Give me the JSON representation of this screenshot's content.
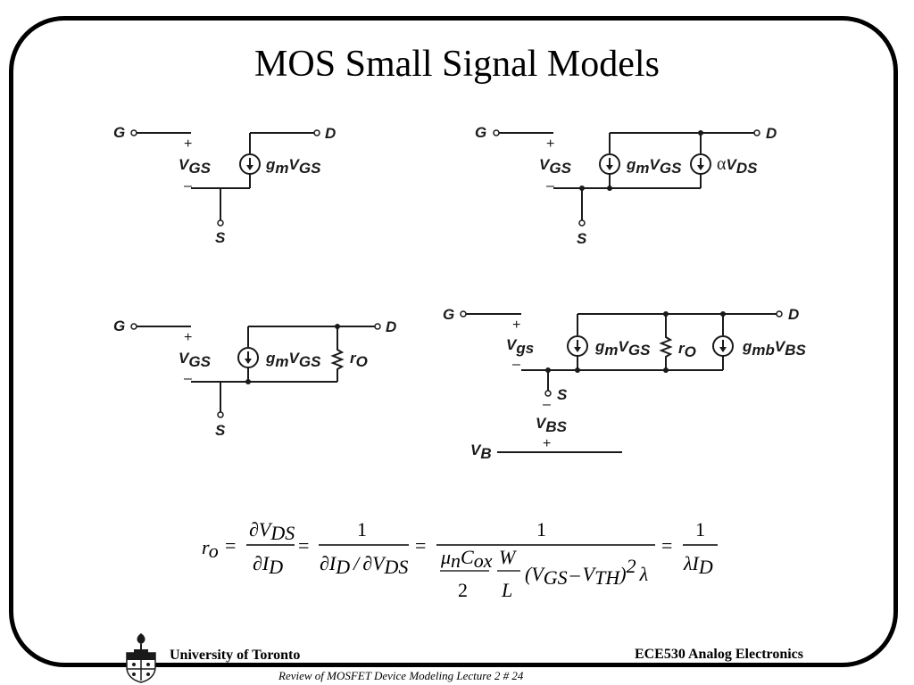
{
  "slide": {
    "title": "MOS Small Signal Models"
  },
  "labels": {
    "G": "G",
    "D": "D",
    "S": "S",
    "V": "V",
    "GS": "GS",
    "gs": "gs",
    "BS": "BS",
    "B": "B",
    "g": "g",
    "m": "m",
    "mb": "mb",
    "r": "r",
    "O": "O",
    "alpha": "α",
    "DS": "DS",
    "plus": "+",
    "minus": "–"
  },
  "equation": {
    "r": "r",
    "o": "o",
    "eq": "=",
    "partial": "∂",
    "V": "V",
    "I": "I",
    "DS": "DS",
    "D": "D",
    "one": "1",
    "slash": "/",
    "mu": "μ",
    "n": "n",
    "C": "C",
    "ox": "ox",
    "two": "2",
    "W": "W",
    "L": "L",
    "lparen": "(",
    "rparen": ")",
    "GS": "GS",
    "minus": "–",
    "TH": "TH",
    "sq": "2",
    "lambda": "λ"
  },
  "footer": {
    "university": "University of Toronto",
    "course": "ECE530 Analog Electronics",
    "subtitle": "Review of MOSFET Device Modeling Lecture 2 # 24"
  }
}
